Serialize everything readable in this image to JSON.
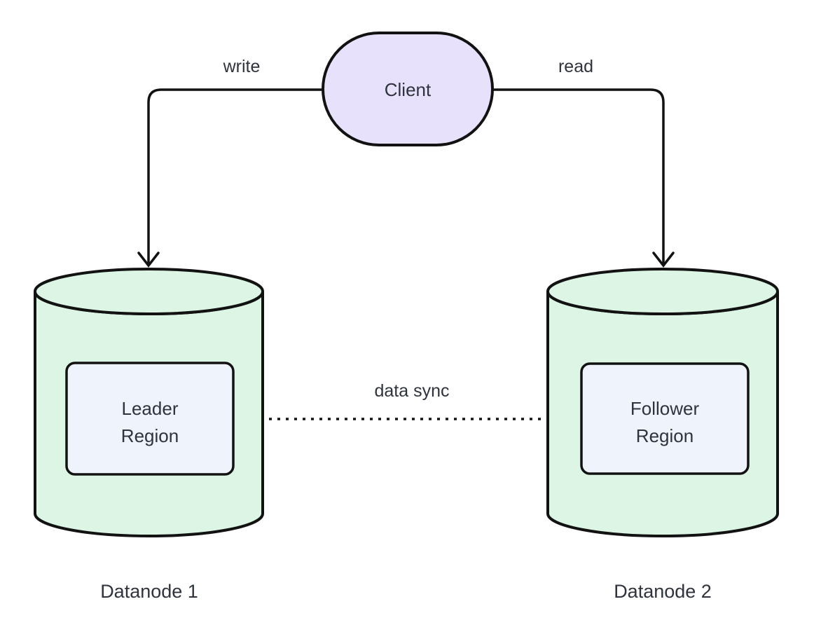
{
  "diagram": {
    "background": "#ffffff",
    "client": {
      "label": "Client",
      "fill": "#e7e1fb"
    },
    "edges": {
      "write": {
        "label": "write",
        "style": "solid",
        "from": "Client",
        "to": "Datanode 1"
      },
      "read": {
        "label": "read",
        "style": "solid",
        "from": "Client",
        "to": "Datanode 2"
      },
      "data_sync": {
        "label": "data sync",
        "style": "dotted",
        "from": "Leader Region",
        "to": "Follower Region"
      }
    },
    "datanode1": {
      "caption": "Datanode 1",
      "fill": "#dcf5e4",
      "region": {
        "line1": "Leader",
        "line2": "Region",
        "fill": "#eef3fc"
      }
    },
    "datanode2": {
      "caption": "Datanode 2",
      "fill": "#dcf5e4",
      "region": {
        "line1": "Follower",
        "line2": "Region",
        "fill": "#eef3fc"
      }
    },
    "colors": {
      "stroke": "#121212",
      "text": "#2e333d",
      "client_fill": "#e7e1fb",
      "cylinder_fill": "#dcf5e4",
      "region_fill": "#eef3fc"
    }
  }
}
